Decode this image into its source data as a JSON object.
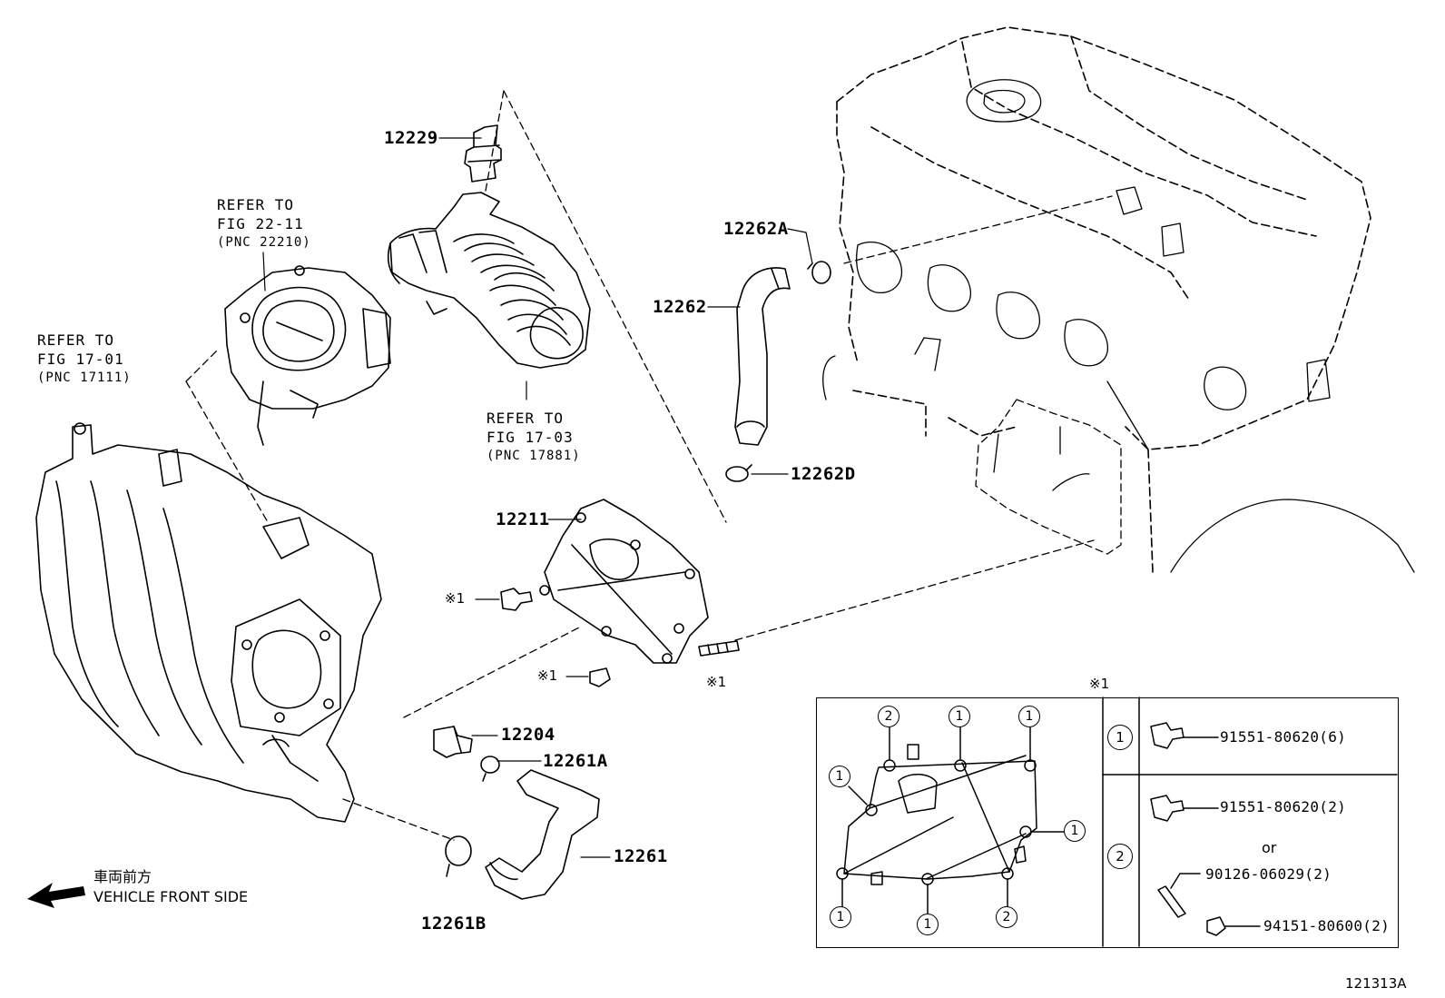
{
  "labels": {
    "p12229": "12229",
    "p12262A": "12262A",
    "p12262": "12262",
    "p12262D": "12262D",
    "p12211": "12211",
    "p12204": "12204",
    "p12261A": "12261A",
    "p12261": "12261",
    "p12261B": "12261B"
  },
  "refs": {
    "throttle": {
      "l1": "REFER TO",
      "l2": "FIG 22-11",
      "l3": "(PNC 22210)"
    },
    "manifold": {
      "l1": "REFER TO",
      "l2": "FIG 17-01",
      "l3": "(PNC 17111)"
    },
    "inlet_hose": {
      "l1": "REFER TO",
      "l2": "FIG 17-03",
      "l3": "(PNC 17881)"
    }
  },
  "mark": "※1",
  "front": {
    "jp": "車両前方",
    "en": "VEHICLE FRONT SIDE"
  },
  "legend": {
    "header_mark": "※1",
    "bolt_numbers": {
      "n1": "1",
      "n2": "2"
    },
    "row1": {
      "key": "1",
      "part": "91551-80620(6)"
    },
    "row2": {
      "key": "2",
      "part_a": "91551-80620(2)",
      "or": "or",
      "part_b": "90126-06029(2)",
      "part_c": "94151-80600(2)"
    }
  },
  "figure_id": "121313A"
}
